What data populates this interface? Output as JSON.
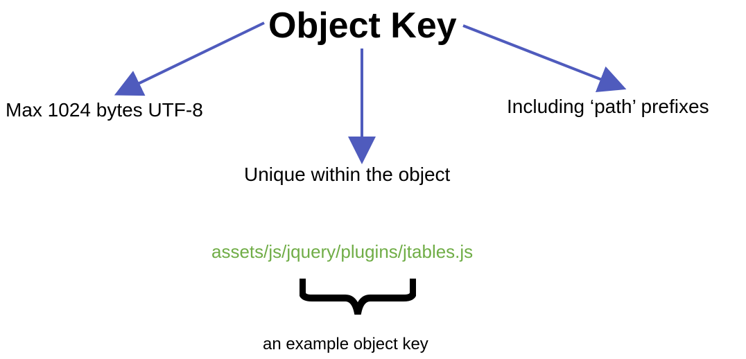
{
  "diagram": {
    "title": "Object Key",
    "branches": [
      "Max 1024 bytes UTF-8",
      "Unique within the object",
      "Including ‘path’ prefixes"
    ],
    "example": {
      "path": "assets/js/jquery/plugins/jtables.js",
      "caption": "an example object key"
    }
  },
  "colors": {
    "arrow": "#4f5bbd",
    "example_text": "#70ad47",
    "brace": "#000000"
  }
}
